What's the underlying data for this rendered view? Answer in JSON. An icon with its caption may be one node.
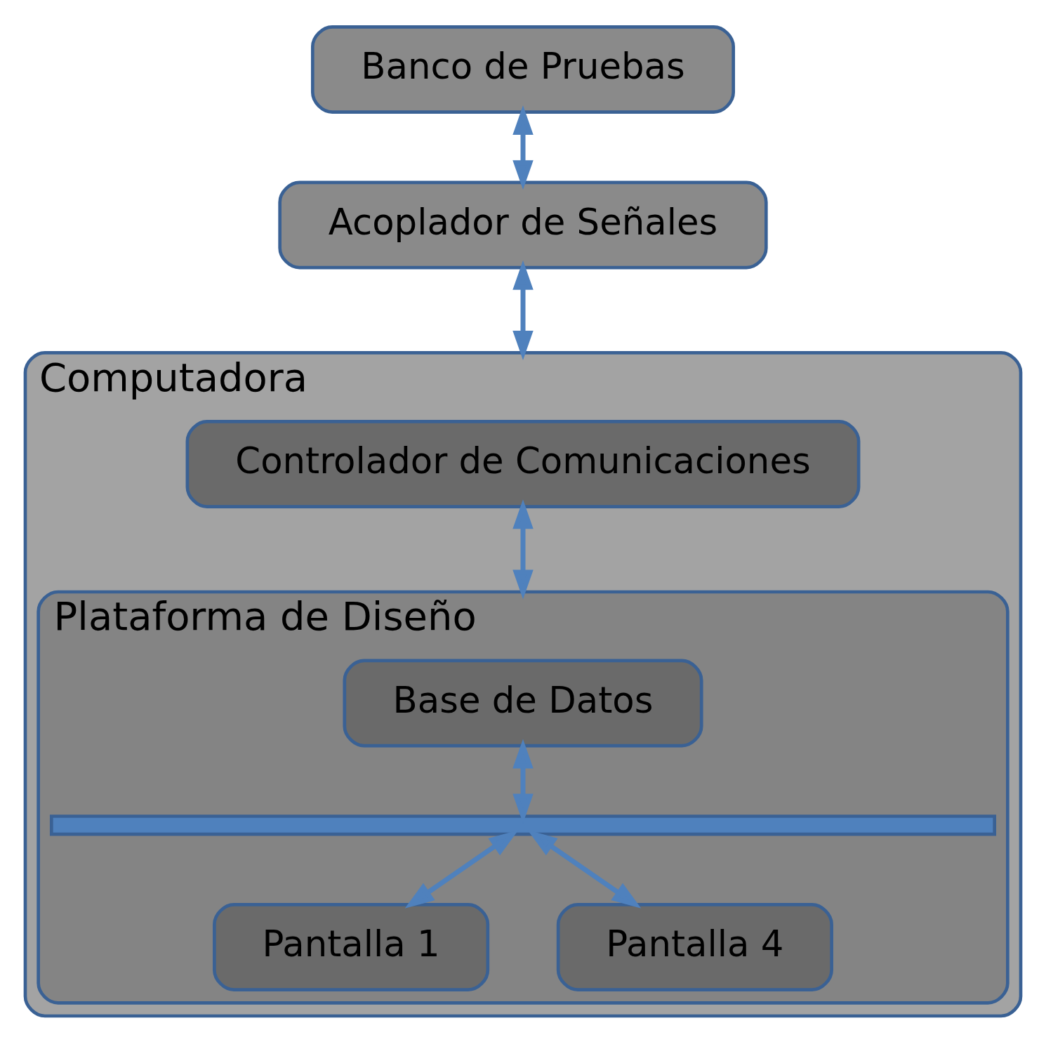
{
  "diagram": {
    "nodes": [
      {
        "text": [
          "Banco de Pruebas"
        ]
      },
      {
        "text": [
          "Acoplador de Señales"
        ]
      },
      {
        "text": [
          "Computadora"
        ]
      },
      {
        "text": [
          "Controlador de Comunicaciones"
        ],
        "in": 2
      },
      {
        "text": [
          "Plataforma de Diseño"
        ],
        "in": 2
      },
      {
        "text": [
          "Base de Datos"
        ],
        "in": 4
      },
      {
        "text": [],
        "shape": "bar",
        "in": 4
      },
      {
        "text": [
          "Pantalla 1"
        ],
        "in": 4
      },
      {
        "text": [
          "Pantalla 4"
        ],
        "in": 4
      }
    ],
    "edges": [
      {
        "from": 0,
        "to": 1,
        "arrow": "both"
      },
      {
        "from": 1,
        "to": 2,
        "arrow": "both"
      },
      {
        "from": 3,
        "to": 4,
        "arrow": "both"
      },
      {
        "from": 5,
        "to": 6,
        "arrow": "both"
      },
      {
        "from": 6,
        "to": 7,
        "arrow": "both"
      },
      {
        "from": 6,
        "to": 8,
        "arrow": "both"
      }
    ]
  }
}
